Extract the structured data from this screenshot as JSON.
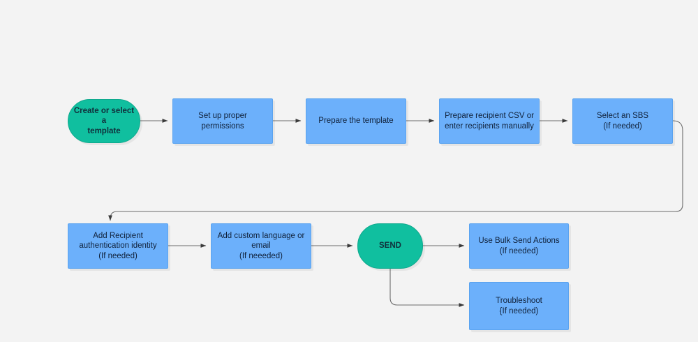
{
  "diagram": {
    "title": "Bulk Send workflow flowchart",
    "background_color": "#f3f3f3",
    "process_color": "#6cb0fb",
    "terminator_color": "#10bf9f",
    "edge_color": "#6b6b6b"
  },
  "nodes": {
    "create_or_select_template": "Create or select a\ntemplate",
    "set_up_permissions": "Set up proper permissions",
    "prepare_template": "Prepare the template",
    "prepare_recipient_csv": "Prepare recipient CSV or\nenter recipients manually",
    "select_sbs": "Select an SBS\n(If needed)",
    "add_recipient_auth": "Add Recipient\nauthentication identity\n(If needed)",
    "add_custom_language": "Add custom language or\nemail\n(If neeeded)",
    "send": "SEND",
    "use_bulk_send_actions": "Use Bulk Send Actions\n(If needed)",
    "troubleshoot": "Troubleshoot\n{If needed)"
  }
}
